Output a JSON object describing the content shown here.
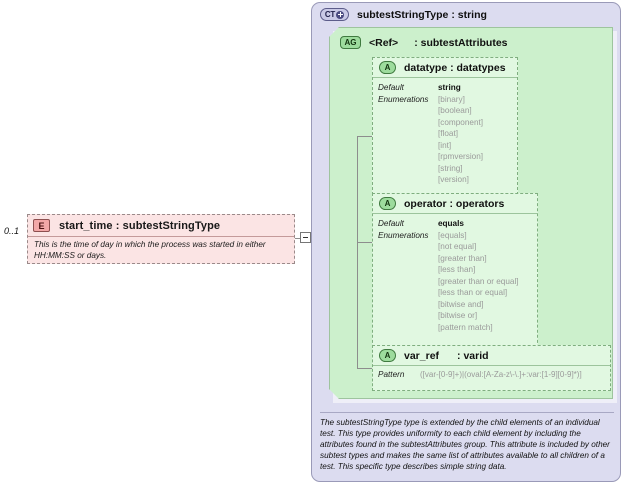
{
  "element": {
    "badge": "E",
    "badge_icon": "element-badge-icon",
    "title": "start_time : subtestStringType",
    "occurs": "0..1",
    "documentation": "This is the time of day in which the process was started in either HH:MM:SS or days.",
    "toggle_icon": "collapse-minus-icon"
  },
  "complex_type": {
    "badge": "CT",
    "badge_icon": "complextype-badge-icon",
    "expand_icon": "plus-circle-icon",
    "title": "subtestStringType : string",
    "documentation": "The subtestStringType type is extended by the child elements of an individual test.  This type provides uniformity to each child element by including the attributes found in the subtestAttributes group.  This attribute is included by other subtest types and makes the same list of attributes available to all children of a test.  This specific type describes simple string data."
  },
  "attribute_group": {
    "badge": "AG",
    "badge_icon": "attributegroup-badge-icon",
    "ref": "<Ref>",
    "type": ": subtestAttributes"
  },
  "attributes": [
    {
      "badge": "A",
      "badge_icon": "attribute-badge-icon",
      "title": "datatype : datatypes",
      "facet_labels": [
        "Default",
        "Enumerations"
      ],
      "default": "string",
      "enumerations": [
        "[binary]",
        "[boolean]",
        "[component]",
        "[float]",
        "[int]",
        "[rpmversion]",
        "[string]",
        "[version]"
      ]
    },
    {
      "badge": "A",
      "badge_icon": "attribute-badge-icon",
      "title": "operator : operators",
      "facet_labels": [
        "Default",
        "Enumerations"
      ],
      "default": "equals",
      "enumerations": [
        "[equals]",
        "[not equal]",
        "[greater than]",
        "[less than]",
        "[greater than or equal]",
        "[less than or equal]",
        "[bitwise and]",
        "[bitwise or]",
        "[pattern match]"
      ]
    },
    {
      "badge": "A",
      "badge_icon": "attribute-badge-icon",
      "title_name": "var_ref",
      "title_type": ": varid",
      "pattern_label": "Pattern",
      "pattern": "([var-[0-9]+)|(oval:[A-Za-z\\-\\.]+:var:[1-9][0-9]*)]"
    }
  ],
  "colors": {
    "element_fill": "#fbe4e4",
    "complextype_fill": "#dcdcf0",
    "group_fill": "#ccf0cc",
    "attribute_fill": "#e1f8e1",
    "enum_text": "#9a9a9a"
  }
}
